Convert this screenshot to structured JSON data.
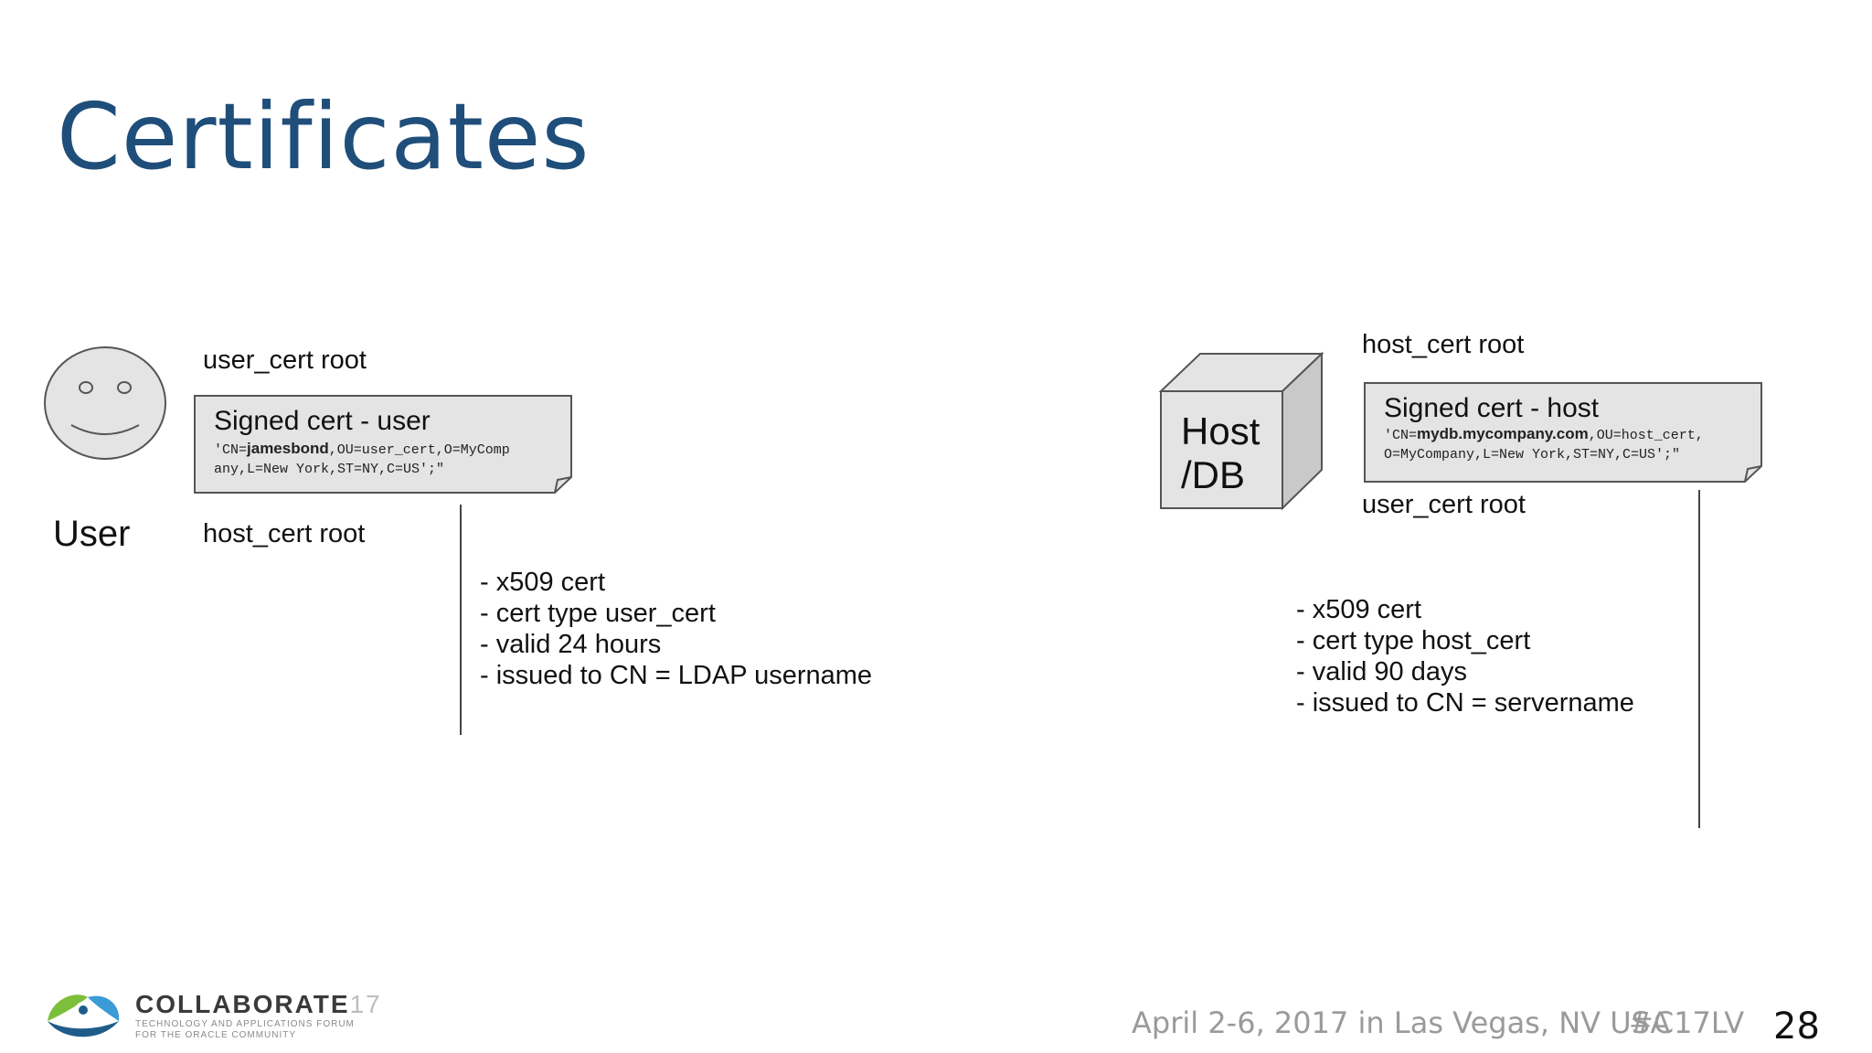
{
  "title": "Certificates",
  "user": {
    "label": "User",
    "root_top": "user_cert root",
    "root_bottom": "host_cert root",
    "cert_title": "Signed cert - user",
    "cert_line1_a": "'CN=",
    "cert_line1_b": "jamesbond",
    "cert_line1_c": ",OU=user_cert,O=MyComp",
    "cert_line2": "any,L=New York,ST=NY,C=US';\"",
    "bullets": [
      "- x509 cert",
      "- cert type user_cert",
      "- valid 24 hours",
      "- issued to CN = LDAP username"
    ]
  },
  "host": {
    "label_line1": "Host",
    "label_line2": "/DB",
    "root_top": "host_cert root",
    "root_bottom": "user_cert root",
    "cert_title": "Signed cert - host",
    "cert_line1_a": "'CN=",
    "cert_line1_b": "mydb.mycompany.com",
    "cert_line1_c": ",OU=host_cert,",
    "cert_line2": "O=MyCompany,L=New York,ST=NY,C=US';\"",
    "bullets": [
      "- x509 cert",
      "- cert type host_cert",
      "- valid 90 days",
      "- issued to CN = servername"
    ]
  },
  "footer": {
    "event": "April 2-6, 2017 in Las Vegas, NV USA",
    "hashtag": "#C17LV",
    "page": "28",
    "logo_word": "COLLABORATE",
    "logo_num": "17",
    "logo_sub1": "TECHNOLOGY AND APPLICATIONS FORUM",
    "logo_sub2": "FOR THE ORACLE COMMUNITY"
  },
  "colors": {
    "title": "#1f4e7a",
    "cert_bg": "#e4e4e4",
    "footer_text": "#9a9a9a"
  },
  "icons": {
    "user": "smiley-face-icon",
    "host": "cube-icon",
    "logo": "collaborate-logo-icon"
  }
}
